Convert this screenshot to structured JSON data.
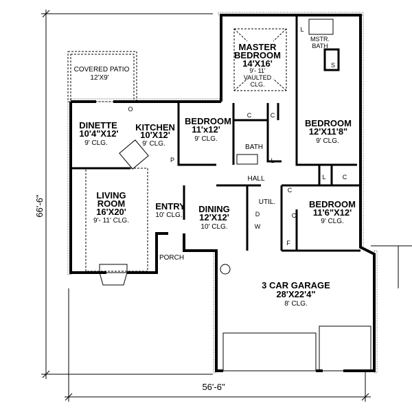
{
  "dimensions": {
    "overall_depth": "66'-6\"",
    "overall_width": "56'-6\""
  },
  "rooms": {
    "covered_patio": {
      "name": "COVERED PATIO",
      "size": "12'X9'"
    },
    "master_bedroom": {
      "name_line1": "MASTER",
      "name_line2": "BEDROOM",
      "size": "14'X16'",
      "ceiling_line1": "9'- 11'",
      "ceiling_line2": "VAULTED",
      "ceiling_line3": "CLG."
    },
    "master_bath": {
      "name_line1": "MSTR.",
      "name_line2": "BATH"
    },
    "dinette": {
      "name": "DINETTE",
      "size": "10'4\"X12'",
      "ceiling": "9' CLG."
    },
    "kitchen": {
      "name": "KITCHEN",
      "size": "10'X12'",
      "ceiling": "9' CLG."
    },
    "bedroom_2": {
      "name": "BEDROOM",
      "size": "11'x12'",
      "ceiling": "9' CLG."
    },
    "bath": {
      "name": "BATH"
    },
    "bedroom_3": {
      "name": "BEDROOM",
      "size": "12'X11'8\"",
      "ceiling": "9' CLG."
    },
    "hall": {
      "name": "HALL"
    },
    "living_room": {
      "name_line1": "LIVING",
      "name_line2": "ROOM",
      "size": "16'X20'",
      "ceiling": "9'- 11' CLG."
    },
    "entry": {
      "name": "ENTRY",
      "ceiling": "10' CLG."
    },
    "dining": {
      "name": "DINING",
      "size": "12'X12'",
      "ceiling": "10' CLG."
    },
    "utility": {
      "name": "UTIL."
    },
    "bedroom_4": {
      "name": "BEDROOM",
      "size": "11'6\"X12'",
      "ceiling": "9' CLG."
    },
    "porch": {
      "name": "PORCH"
    },
    "garage": {
      "name": "3 CAR GARAGE",
      "size": "28'X22'4\"",
      "ceiling": "8' CLG."
    }
  },
  "fixture_labels": {
    "closet": "C",
    "linen": "L",
    "pantry": "P",
    "oven": "O",
    "shower": "S",
    "dryer": "D",
    "washer": "W",
    "furnace": "F"
  }
}
